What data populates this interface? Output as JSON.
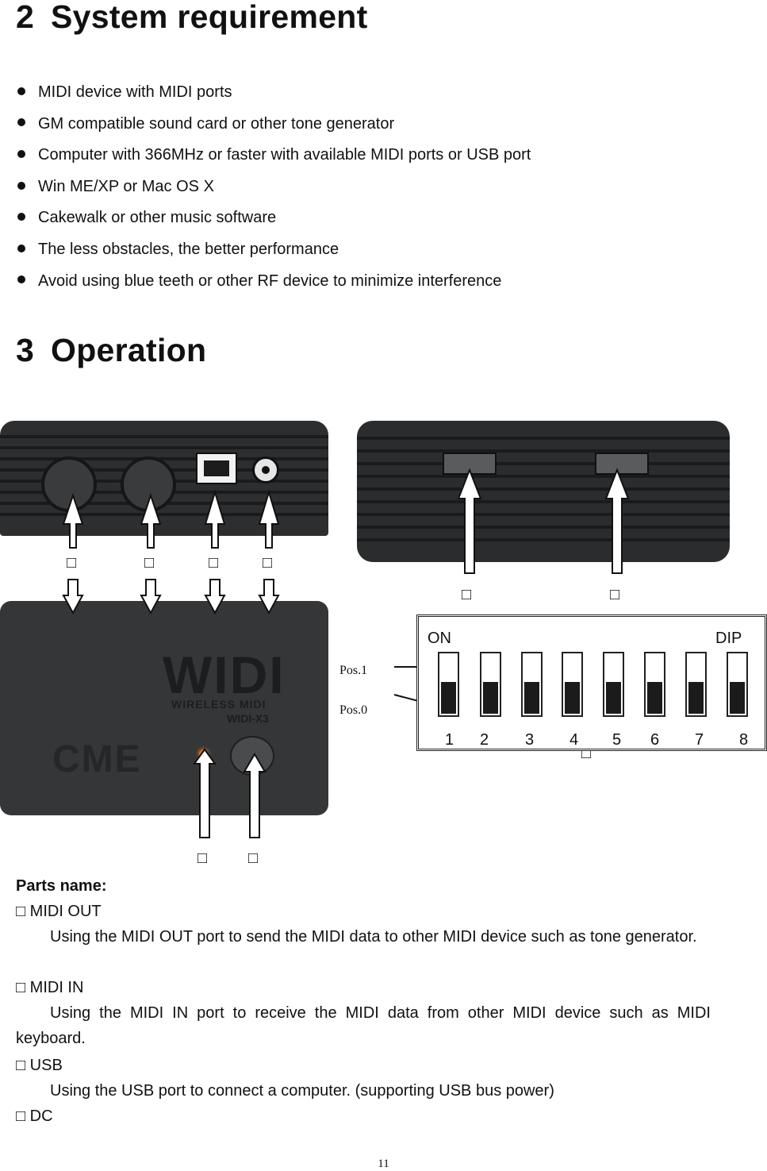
{
  "sec2": {
    "num": "2",
    "title": "System requirement"
  },
  "requirements": [
    "MIDI device with MIDI ports",
    "GM compatible sound card or other tone generator",
    "Computer with 366MHz or faster with available MIDI ports or USB port",
    "Win ME/XP or Mac OS X",
    "Cakewalk or other music software",
    "The less obstacles, the better performance",
    "Avoid using blue teeth or other RF device to minimize interference"
  ],
  "sec3": {
    "num": "3",
    "title": "Operation"
  },
  "figure": {
    "markers": [
      "□",
      "□",
      "□",
      "□",
      "□",
      "□",
      "□",
      "□",
      "□"
    ],
    "device_logo": "WIDI",
    "device_sub": "WIRELESS MIDI",
    "device_model": "WIDI-X3",
    "brand": "CME",
    "dip": {
      "on_label": "ON",
      "dip_label": "DIP",
      "pos1": "Pos.1",
      "pos0": "Pos.0",
      "numbers": [
        "1",
        "2",
        "3",
        "4",
        "5",
        "6",
        "7",
        "8"
      ]
    }
  },
  "parts": {
    "heading": "Parts name:",
    "items": [
      {
        "marker": "□",
        "name": "MIDI OUT",
        "desc": "Using the MIDI OUT port to send the MIDI data to other MIDI device such as tone generator."
      },
      {
        "marker": "□",
        "name": "MIDI IN",
        "desc": "Using the MIDI IN port to receive the MIDI data from other MIDI device such as MIDI keyboard."
      },
      {
        "marker": "□",
        "name": "USB",
        "desc": "Using the USB port to connect a computer. (supporting USB bus power)"
      },
      {
        "marker": "□",
        "name": "DC",
        "desc": ""
      }
    ]
  },
  "page_number": "11"
}
